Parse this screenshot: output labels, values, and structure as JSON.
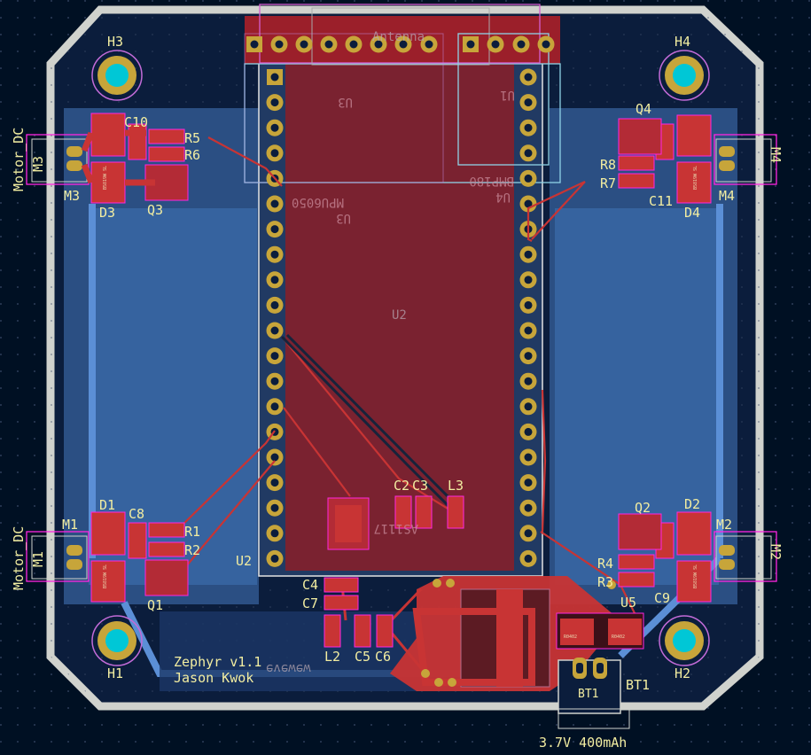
{
  "colors": {
    "background": "#001023",
    "board_edge": "#d0d2cd",
    "copper_back": "#4d7fc4",
    "copper_front": "#c83434",
    "silkscreen": "#f2eda1",
    "courtyard": "#ff26e2",
    "pad": "#c7a53a",
    "hole": "#00c7d6"
  },
  "mounting_holes": [
    "H1",
    "H2",
    "H3",
    "H4"
  ],
  "motors": {
    "m1": {
      "ref": "M1",
      "value": "M1",
      "type": "Motor_DC"
    },
    "m2": {
      "ref": "M2",
      "value": "M2"
    },
    "m3": {
      "ref": "M3",
      "value": "M3",
      "type": "Motor_DC"
    },
    "m4": {
      "ref": "M4",
      "value": "M4"
    }
  },
  "diodes": [
    "D1",
    "D2",
    "D3",
    "D4"
  ],
  "transistors": [
    "Q1",
    "Q2",
    "Q3",
    "Q4"
  ],
  "resistors": [
    "R1",
    "R2",
    "R3",
    "R4",
    "R5",
    "R6",
    "R7",
    "R8"
  ],
  "capacitors": [
    "C2",
    "C3",
    "C4",
    "C5",
    "C6",
    "C7",
    "C8",
    "C9",
    "C10",
    "C11"
  ],
  "inductors": [
    "L2",
    "L3"
  ],
  "modules": {
    "u2": "U2",
    "u3_front": "U3",
    "u3_value": "MPU6050",
    "u1": "U1",
    "u1_value": "BMP180",
    "antenna": "Antenna",
    "u3_back": "U3",
    "u4_back": "U4",
    "ldo_mark": "AS1117",
    "ldo_ref": "U5"
  },
  "battery": {
    "ref": "BT1",
    "value": "BT1",
    "rating": "3.7V 400mAh"
  },
  "title_block": {
    "name": "Zephyr v1.1",
    "author": "Jason Kwok",
    "overlay": "evewew"
  },
  "tiny_labels": {
    "d_part": "B5819W SL",
    "r_part": "R0402"
  }
}
